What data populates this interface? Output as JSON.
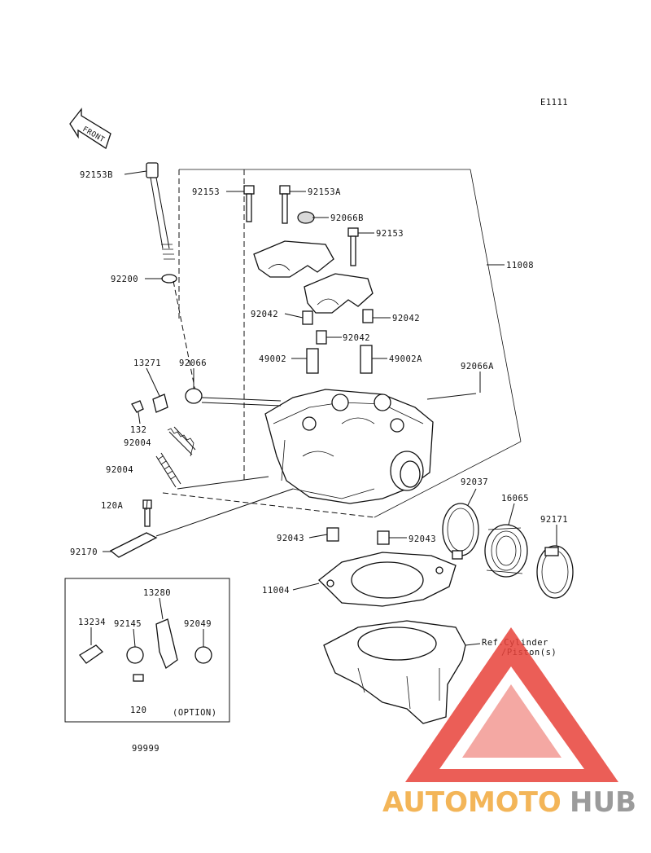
{
  "diagram_code": "E1111",
  "front_label": "FRONT",
  "labels": {
    "l_92153B": "92153B",
    "l_92153_a": "92153",
    "l_92153A": "92153A",
    "l_92066B": "92066B",
    "l_92153_b": "92153",
    "l_11008": "11008",
    "l_92200": "92200",
    "l_92042_a": "92042",
    "l_92042_b": "92042",
    "l_92042_c": "92042",
    "l_49002": "49002",
    "l_49002A": "49002A",
    "l_13271": "13271",
    "l_92066": "92066",
    "l_92066A": "92066A",
    "l_132": "132",
    "l_92004_a": "92004",
    "l_92004_b": "92004",
    "l_120A": "120A",
    "l_92170": "92170",
    "l_92037": "92037",
    "l_16065": "16065",
    "l_92171": "92171",
    "l_92043_a": "92043",
    "l_92043_b": "92043",
    "l_11004": "11004",
    "l_13280": "13280",
    "l_13234": "13234",
    "l_92145": "92145",
    "l_92049": "92049",
    "l_120": "120",
    "l_option": "(OPTION)",
    "l_ref1": "Ref.Cylinder",
    "l_ref2": "/Piston(s)",
    "l_99999": "99999"
  },
  "watermark": {
    "part1": "AUTOMOTO",
    "part2": "HUB"
  },
  "colors": {
    "watermark_red": "#e8423a",
    "watermark_orange": "#f2a93b",
    "watermark_gray": "#8a8a8a",
    "line": "#111111"
  }
}
